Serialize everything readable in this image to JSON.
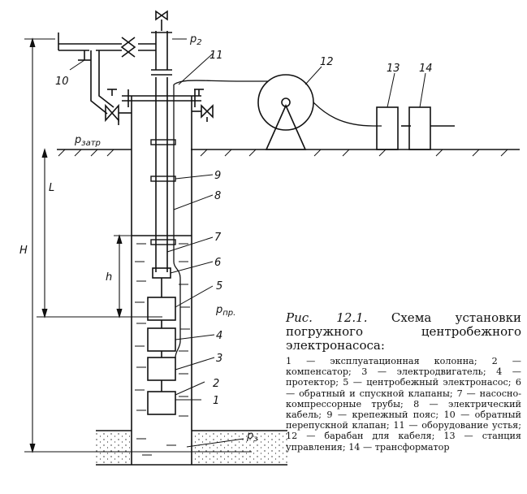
{
  "figure": {
    "labels": {
      "n1": "1",
      "n2": "2",
      "n3": "3",
      "n4": "4",
      "n5": "5",
      "n6": "6",
      "n7": "7",
      "n8": "8",
      "n9": "9",
      "n10": "10",
      "n11": "11",
      "n12": "12",
      "n13": "13",
      "n14": "14",
      "p2": "p",
      "p2_sub": "2",
      "pzatr": "p",
      "pzatr_sub": "затр",
      "ppr": "p",
      "ppr_sub": "пр.",
      "p3": "p",
      "p3_sub": "з",
      "L": "L",
      "H": "H",
      "h": "h"
    }
  },
  "caption": {
    "label": "Рис. 12.1.",
    "title": "Схема установки погружного центробежного электронасоса:",
    "legend": "1 — эксплуатационная колонна; 2 — компенсатор; 3 — электродвигатель; 4 — протектор; 5 — центробежный электронасос; 6 — обратный и спускной клапаны; 7 — насосно-компрессорные трубы; 8 — электрический кабель; 9 — крепежный пояс; 10 — обратный перепускной клапан; 11 — оборудование устья; 12 — барабан для кабеля; 13 — станция управления; 14 — трансформатор"
  }
}
